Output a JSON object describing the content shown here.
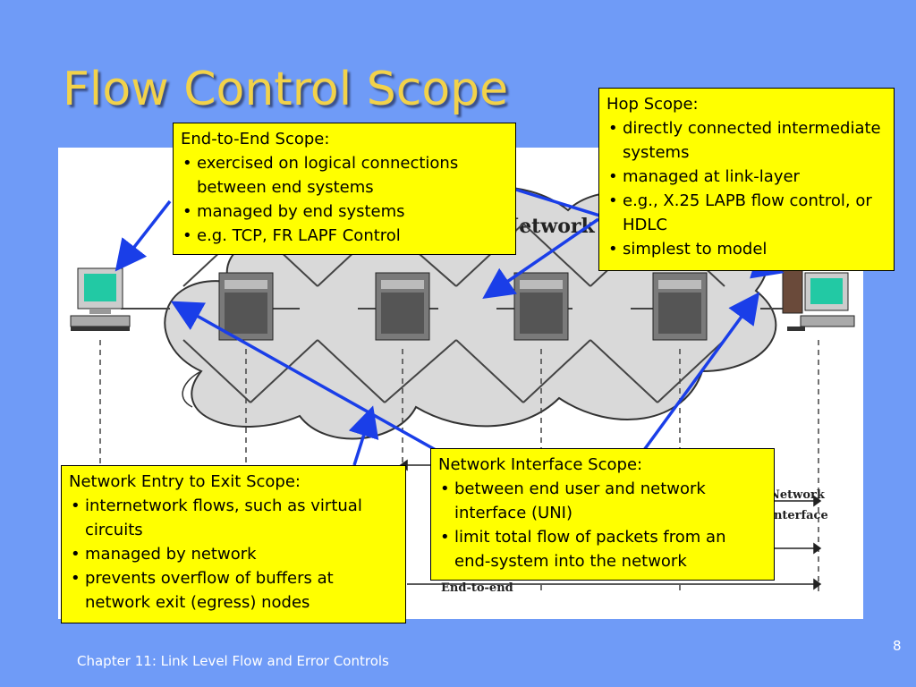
{
  "slide": {
    "title": "Flow Control Scope",
    "footer": "Chapter 11: Link Level Flow and Error Controls",
    "page_number": "8"
  },
  "diagram": {
    "cloud_label": "Network",
    "scope_labels": [
      "Network",
      "interface",
      "End-to-end"
    ]
  },
  "callouts": {
    "end_to_end": {
      "heading": "End-to-End Scope:",
      "items": [
        "exercised on logical connections between end systems",
        "managed by end systems",
        "e.g. TCP, FR LAPF Control"
      ]
    },
    "hop": {
      "heading": "Hop Scope:",
      "items": [
        "directly connected intermediate systems",
        "managed at link-layer",
        "e.g., X.25 LAPB flow control, or HDLC",
        "simplest to model"
      ]
    },
    "entry_exit": {
      "heading": "Network Entry to Exit Scope:",
      "items": [
        "internetwork flows, such as virtual circuits",
        "managed by network",
        "prevents overflow of buffers at network exit (egress) nodes"
      ]
    },
    "interface": {
      "heading": "Network Interface Scope:",
      "items": [
        "between end user and network interface (UNI)",
        "limit total flow of packets from an end-system into the network"
      ]
    }
  },
  "colors": {
    "background": "#6f9bf7",
    "title": "#f2d24a",
    "callout_fill": "#ffff00",
    "arrow": "#1a3ee8"
  }
}
